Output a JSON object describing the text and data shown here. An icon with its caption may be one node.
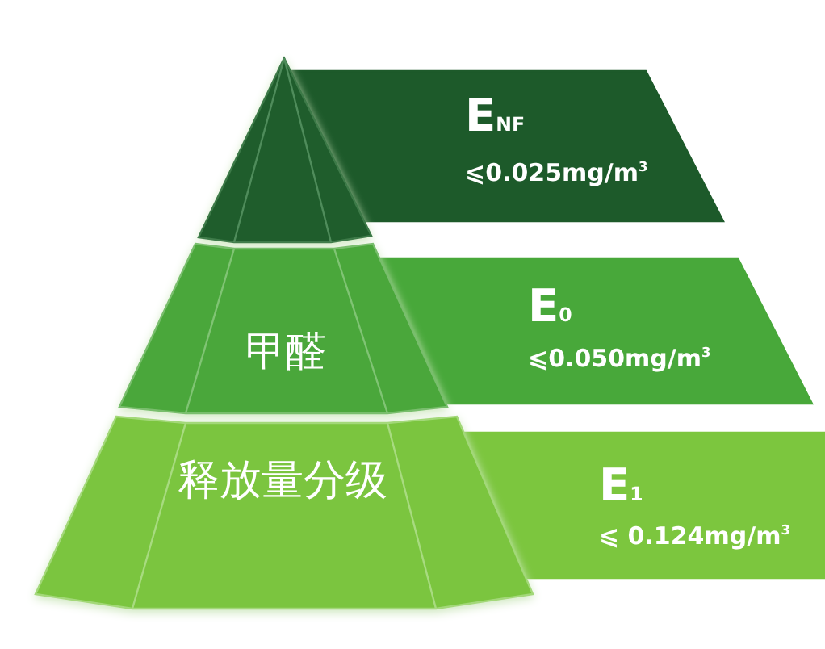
{
  "diagram": {
    "nodes": [
      {
        "text": [],
        "shape": "triangle"
      },
      {
        "text": [
          "E$_{NF}$",
          "⩽0.025mg/m$^{3}$"
        ]
      },
      {
        "text": [
          "甲醛"
        ]
      },
      {
        "text": [
          "E$_{0}$",
          "⩽0.050mg/m$^{3}$"
        ]
      },
      {
        "text": [
          "释放量分级"
        ]
      },
      {
        "text": [
          "E$_{1}$",
          "⩽ 0.124mg/m$^{3}$"
        ]
      }
    ]
  }
}
